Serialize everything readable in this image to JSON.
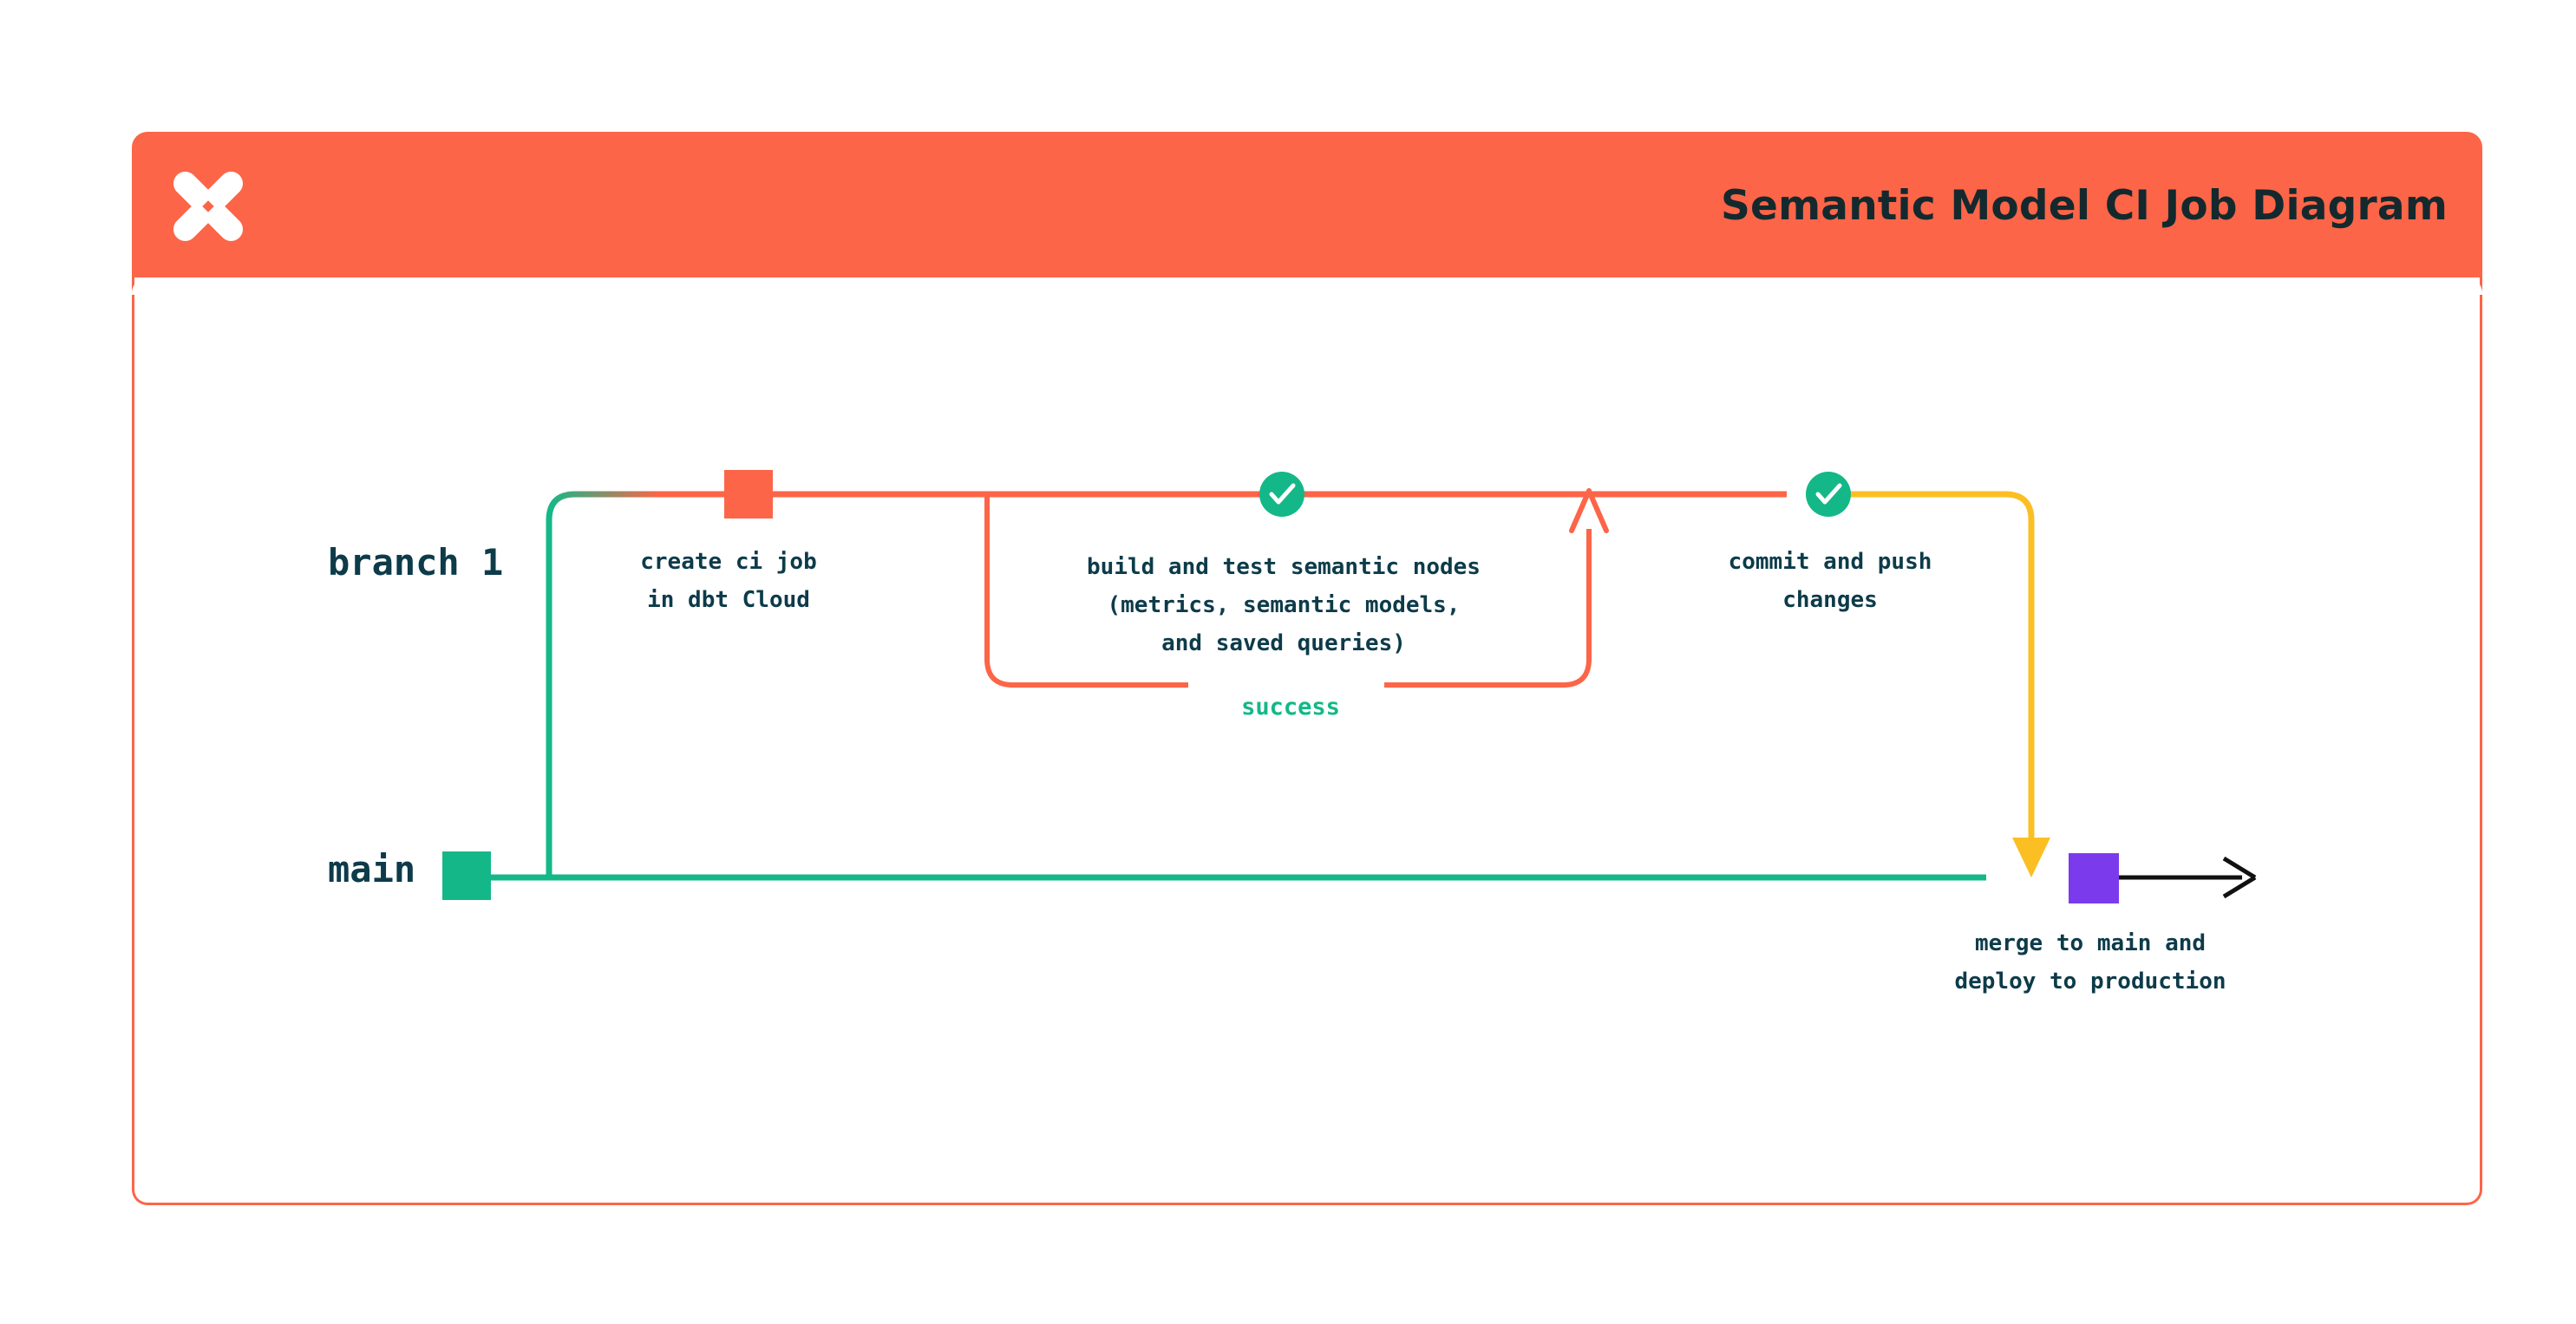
{
  "card": {
    "title": "Semantic Model CI Job Diagram",
    "logo_icon": "dbt-x-logo-icon",
    "header_color": "#fc6548",
    "border_color": "#fc6548",
    "background_color": "#ffffff"
  },
  "diagram": {
    "type": "git-branch-flow",
    "lanes": [
      {
        "id": "branch1",
        "label": "branch 1",
        "color": "#fc6548"
      },
      {
        "id": "main",
        "label": "main",
        "color": "#14b888"
      }
    ],
    "nodes": [
      {
        "id": "create-ci-job",
        "marker": "square",
        "marker_color": "#fc6548",
        "lane": "branch1",
        "caption": "create ci job\nin dbt Cloud"
      },
      {
        "id": "build-and-test",
        "marker": "check-circle",
        "marker_color": "#14b888",
        "lane": "branch1",
        "caption": "build and test semantic nodes\n(metrics, semantic models,\nand saved queries)"
      },
      {
        "id": "commit-and-push",
        "marker": "check-circle",
        "marker_color": "#14b888",
        "lane": "branch1",
        "caption": "commit and push\nchanges"
      },
      {
        "id": "merge-to-main",
        "marker": "square",
        "marker_color": "#7c3aed",
        "lane": "main",
        "caption": "merge to main and\ndeploy to production"
      }
    ],
    "edges": [
      {
        "id": "branch-out",
        "from": "main",
        "to": "branch1",
        "color": "#14b888"
      },
      {
        "id": "retry-loop",
        "label": "success",
        "label_color": "#14b888",
        "color": "#fc6548"
      },
      {
        "id": "merge-down",
        "from": "branch1",
        "to": "main",
        "color": "#fbbf24",
        "arrow": true
      },
      {
        "id": "main-continue",
        "color": "#111111",
        "arrow": true
      }
    ],
    "colors": {
      "orange": "#fc6548",
      "green": "#14b888",
      "yellow": "#fbbf24",
      "purple": "#7c3aed",
      "ink": "#0d3b4a",
      "black": "#111111"
    }
  }
}
